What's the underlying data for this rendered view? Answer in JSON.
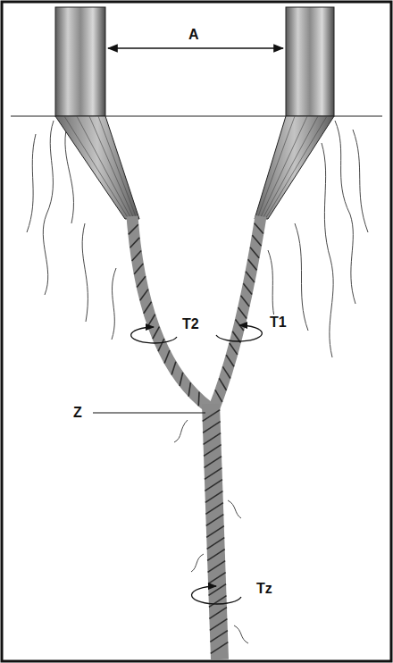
{
  "diagram": {
    "labels": [
      "A",
      "T2",
      "T1",
      "Z",
      "Tz"
    ]
  }
}
